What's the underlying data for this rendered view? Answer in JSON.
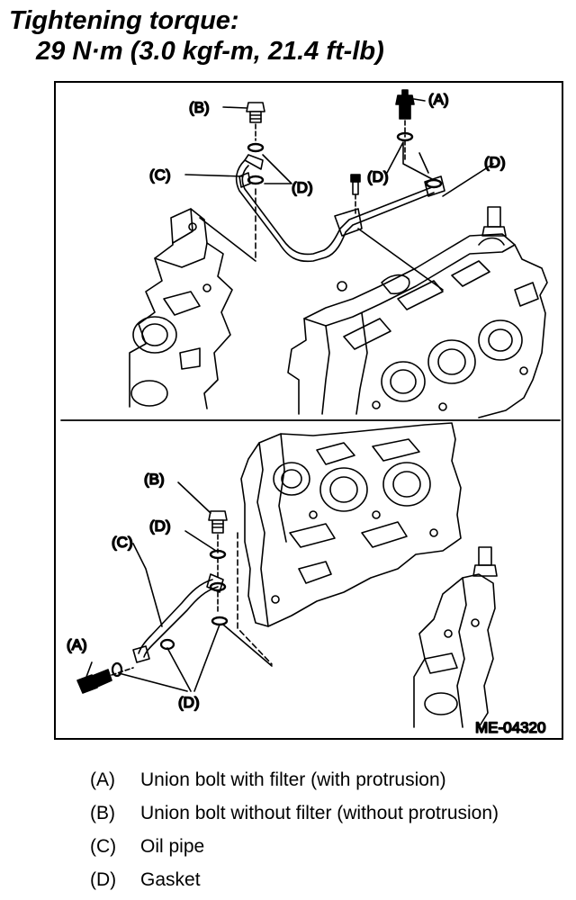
{
  "heading": {
    "line1": "Tightening torque:",
    "line2": "29 N·m (3.0 kgf-m, 21.4 ft-lb)"
  },
  "figure": {
    "code": "ME-04320",
    "callouts": {
      "A": "(A)",
      "B": "(B)",
      "C": "(C)",
      "D": "(D)"
    }
  },
  "legend": [
    {
      "key": "(A)",
      "text": "Union bolt with filter (with protrusion)"
    },
    {
      "key": "(B)",
      "text": "Union bolt without filter (without protrusion)"
    },
    {
      "key": "(C)",
      "text": "Oil pipe"
    },
    {
      "key": "(D)",
      "text": "Gasket"
    }
  ]
}
